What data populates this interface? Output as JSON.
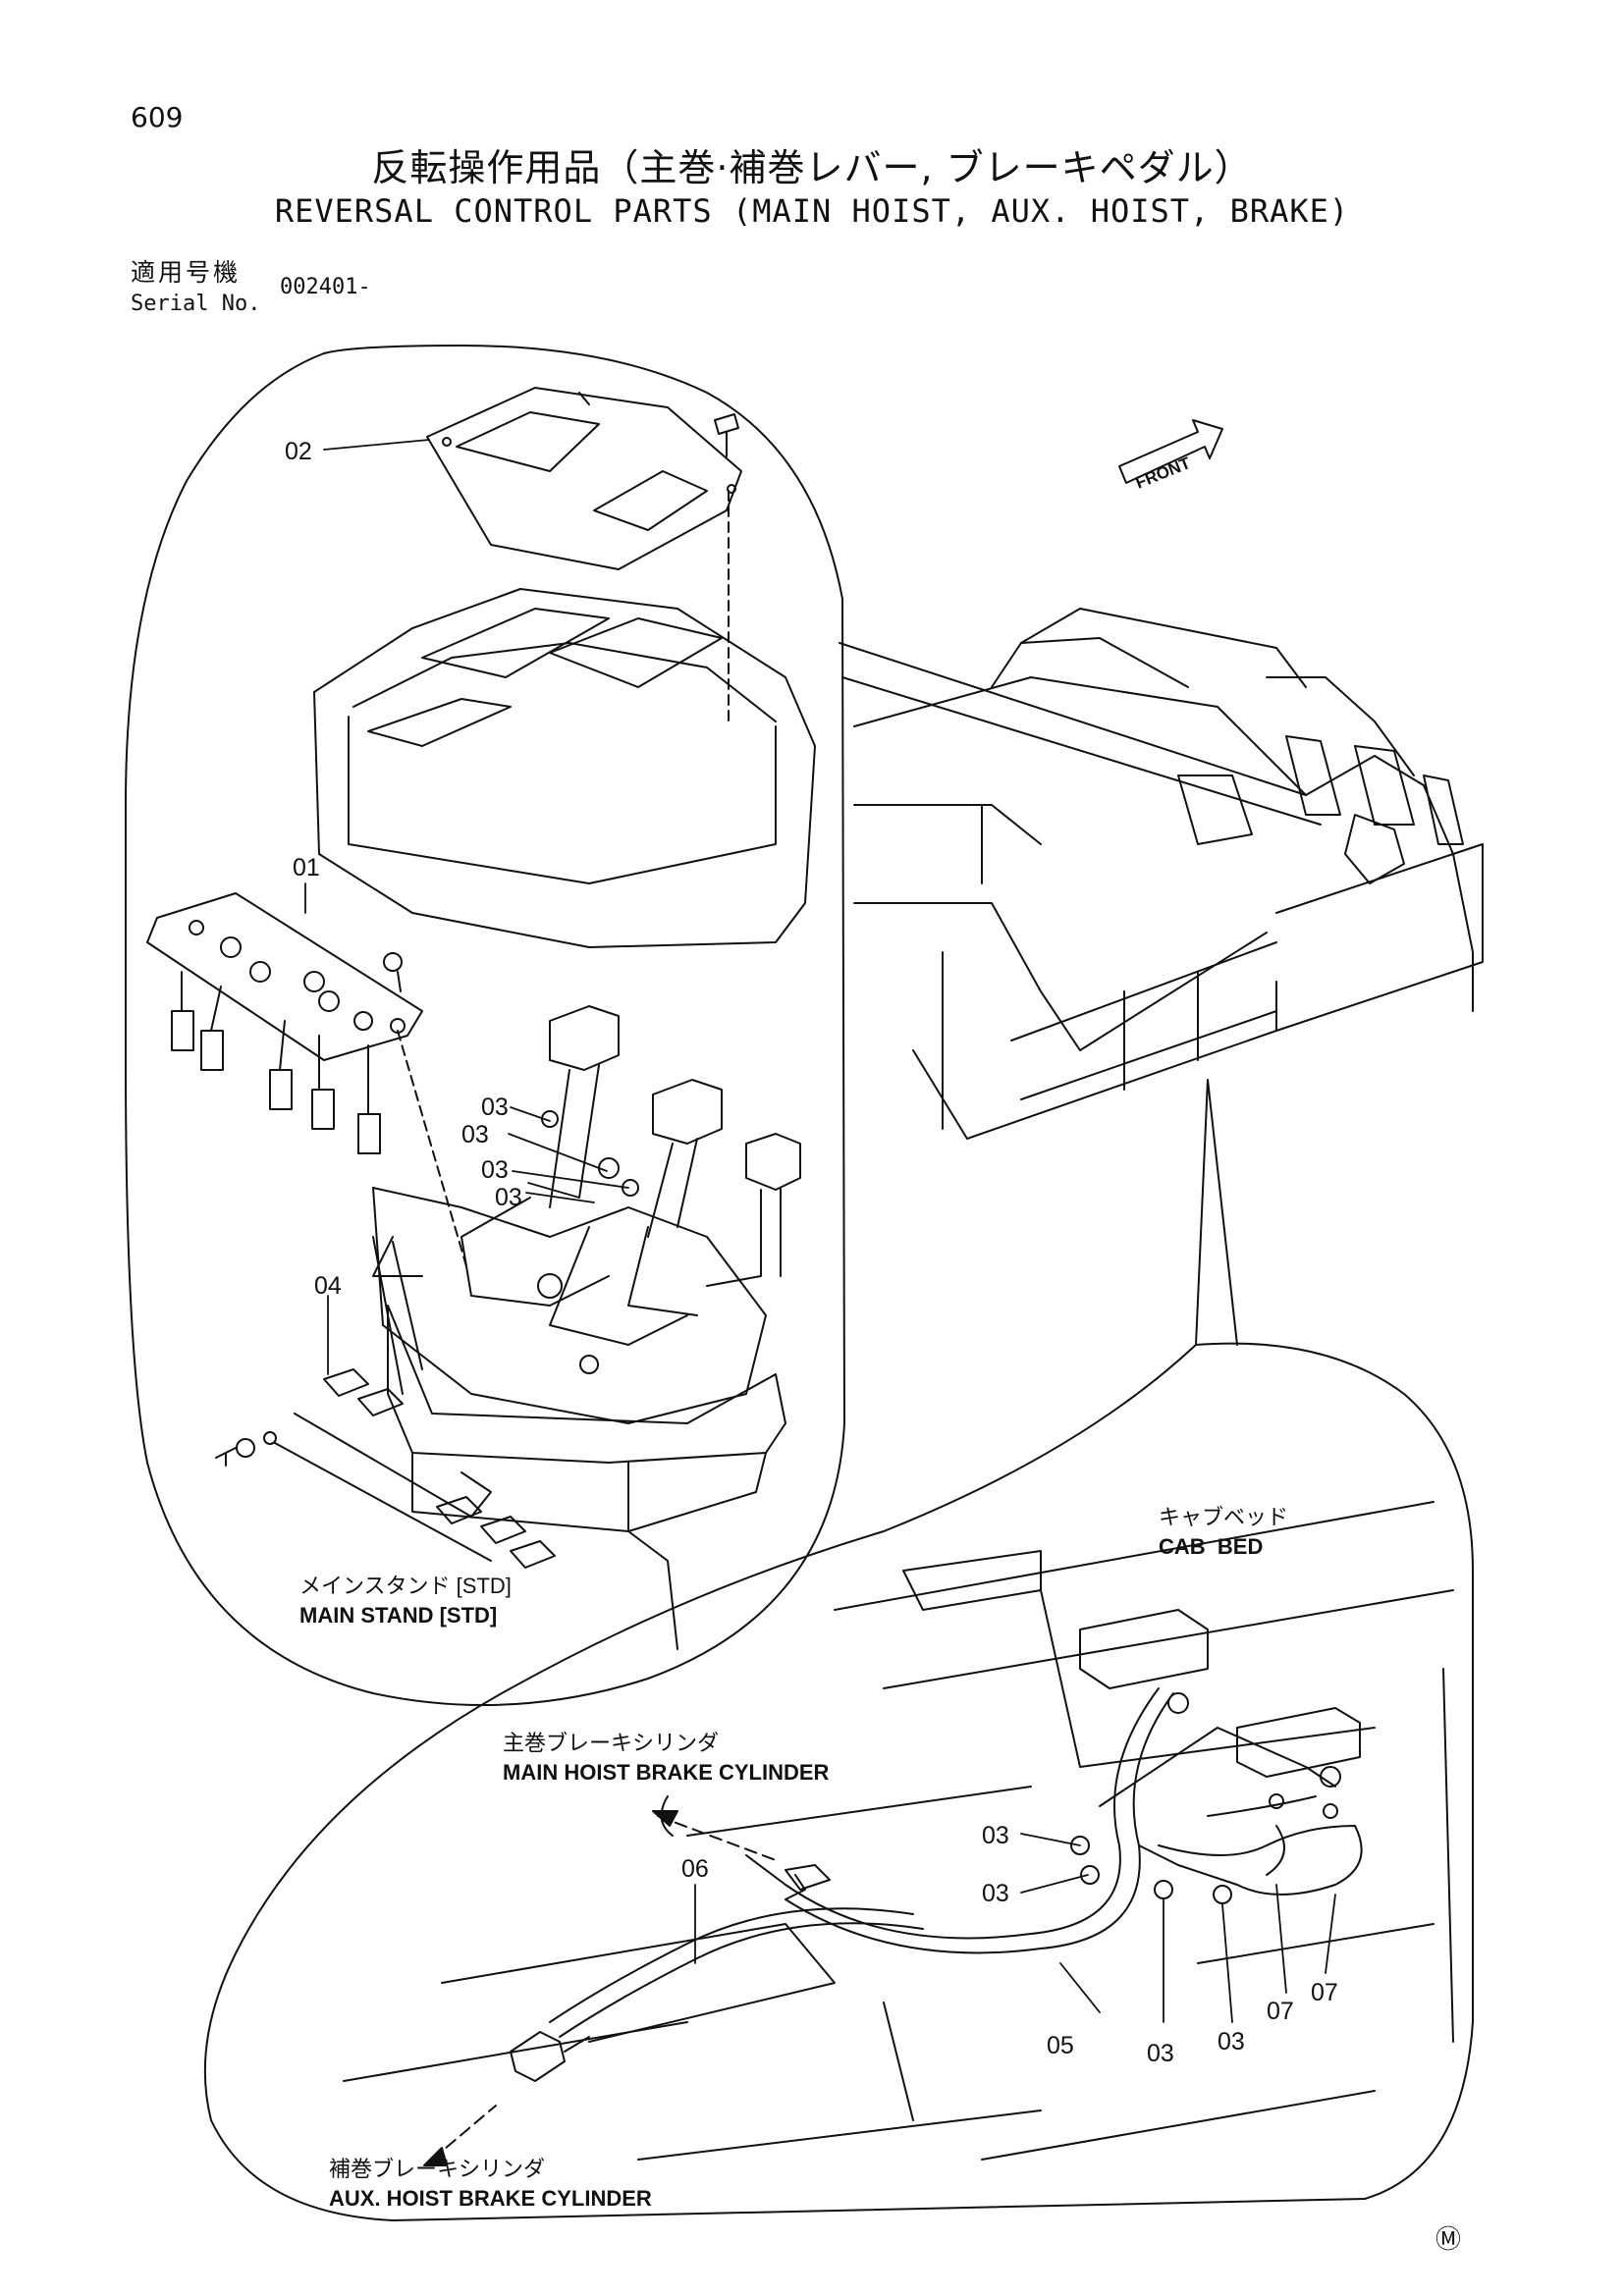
{
  "page_number": "609",
  "title_jp": "反転操作用品（主巻·補巻レバー, ブレーキペダル）",
  "title_en": "REVERSAL CONTROL PARTS (MAIN HOIST, AUX. HOIST, BRAKE)",
  "serial": {
    "label_jp": "適用号機",
    "label_en": "Serial No.",
    "value": "002401-"
  },
  "front_label": "FRONT",
  "parts": {
    "p01": "01",
    "p02": "02",
    "p03": "03",
    "p04": "04",
    "p05": "05",
    "p06": "06",
    "p07": "07"
  },
  "captions": {
    "main_stand_jp": "メインスタンド [STD]",
    "main_stand_en": "MAIN STAND [STD]",
    "cab_bed_jp": "キャブベッド",
    "cab_bed_en": "CAB  BED",
    "main_brake_jp": "主巻ブレーキシリンダ",
    "main_brake_en": "MAIN HOIST BRAKE CYLINDER",
    "aux_brake_jp": "補巻ブレーキシリンダ",
    "aux_brake_en": "AUX. HOIST BRAKE CYLINDER"
  },
  "corner_mark": "Ⓜ"
}
